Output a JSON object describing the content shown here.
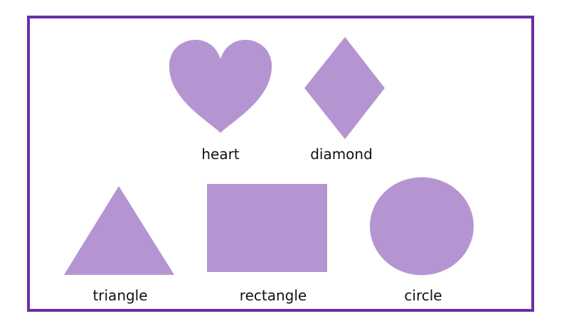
{
  "colors": {
    "frame_border": "#6a2ea5",
    "shape_fill": "#b595d1",
    "background": "#ffffff",
    "label_text": "#111111"
  },
  "shapes": {
    "heart": {
      "label": "heart"
    },
    "diamond": {
      "label": "diamond"
    },
    "triangle": {
      "label": "triangle"
    },
    "rectangle": {
      "label": "rectangle"
    },
    "circle": {
      "label": "circle"
    }
  }
}
